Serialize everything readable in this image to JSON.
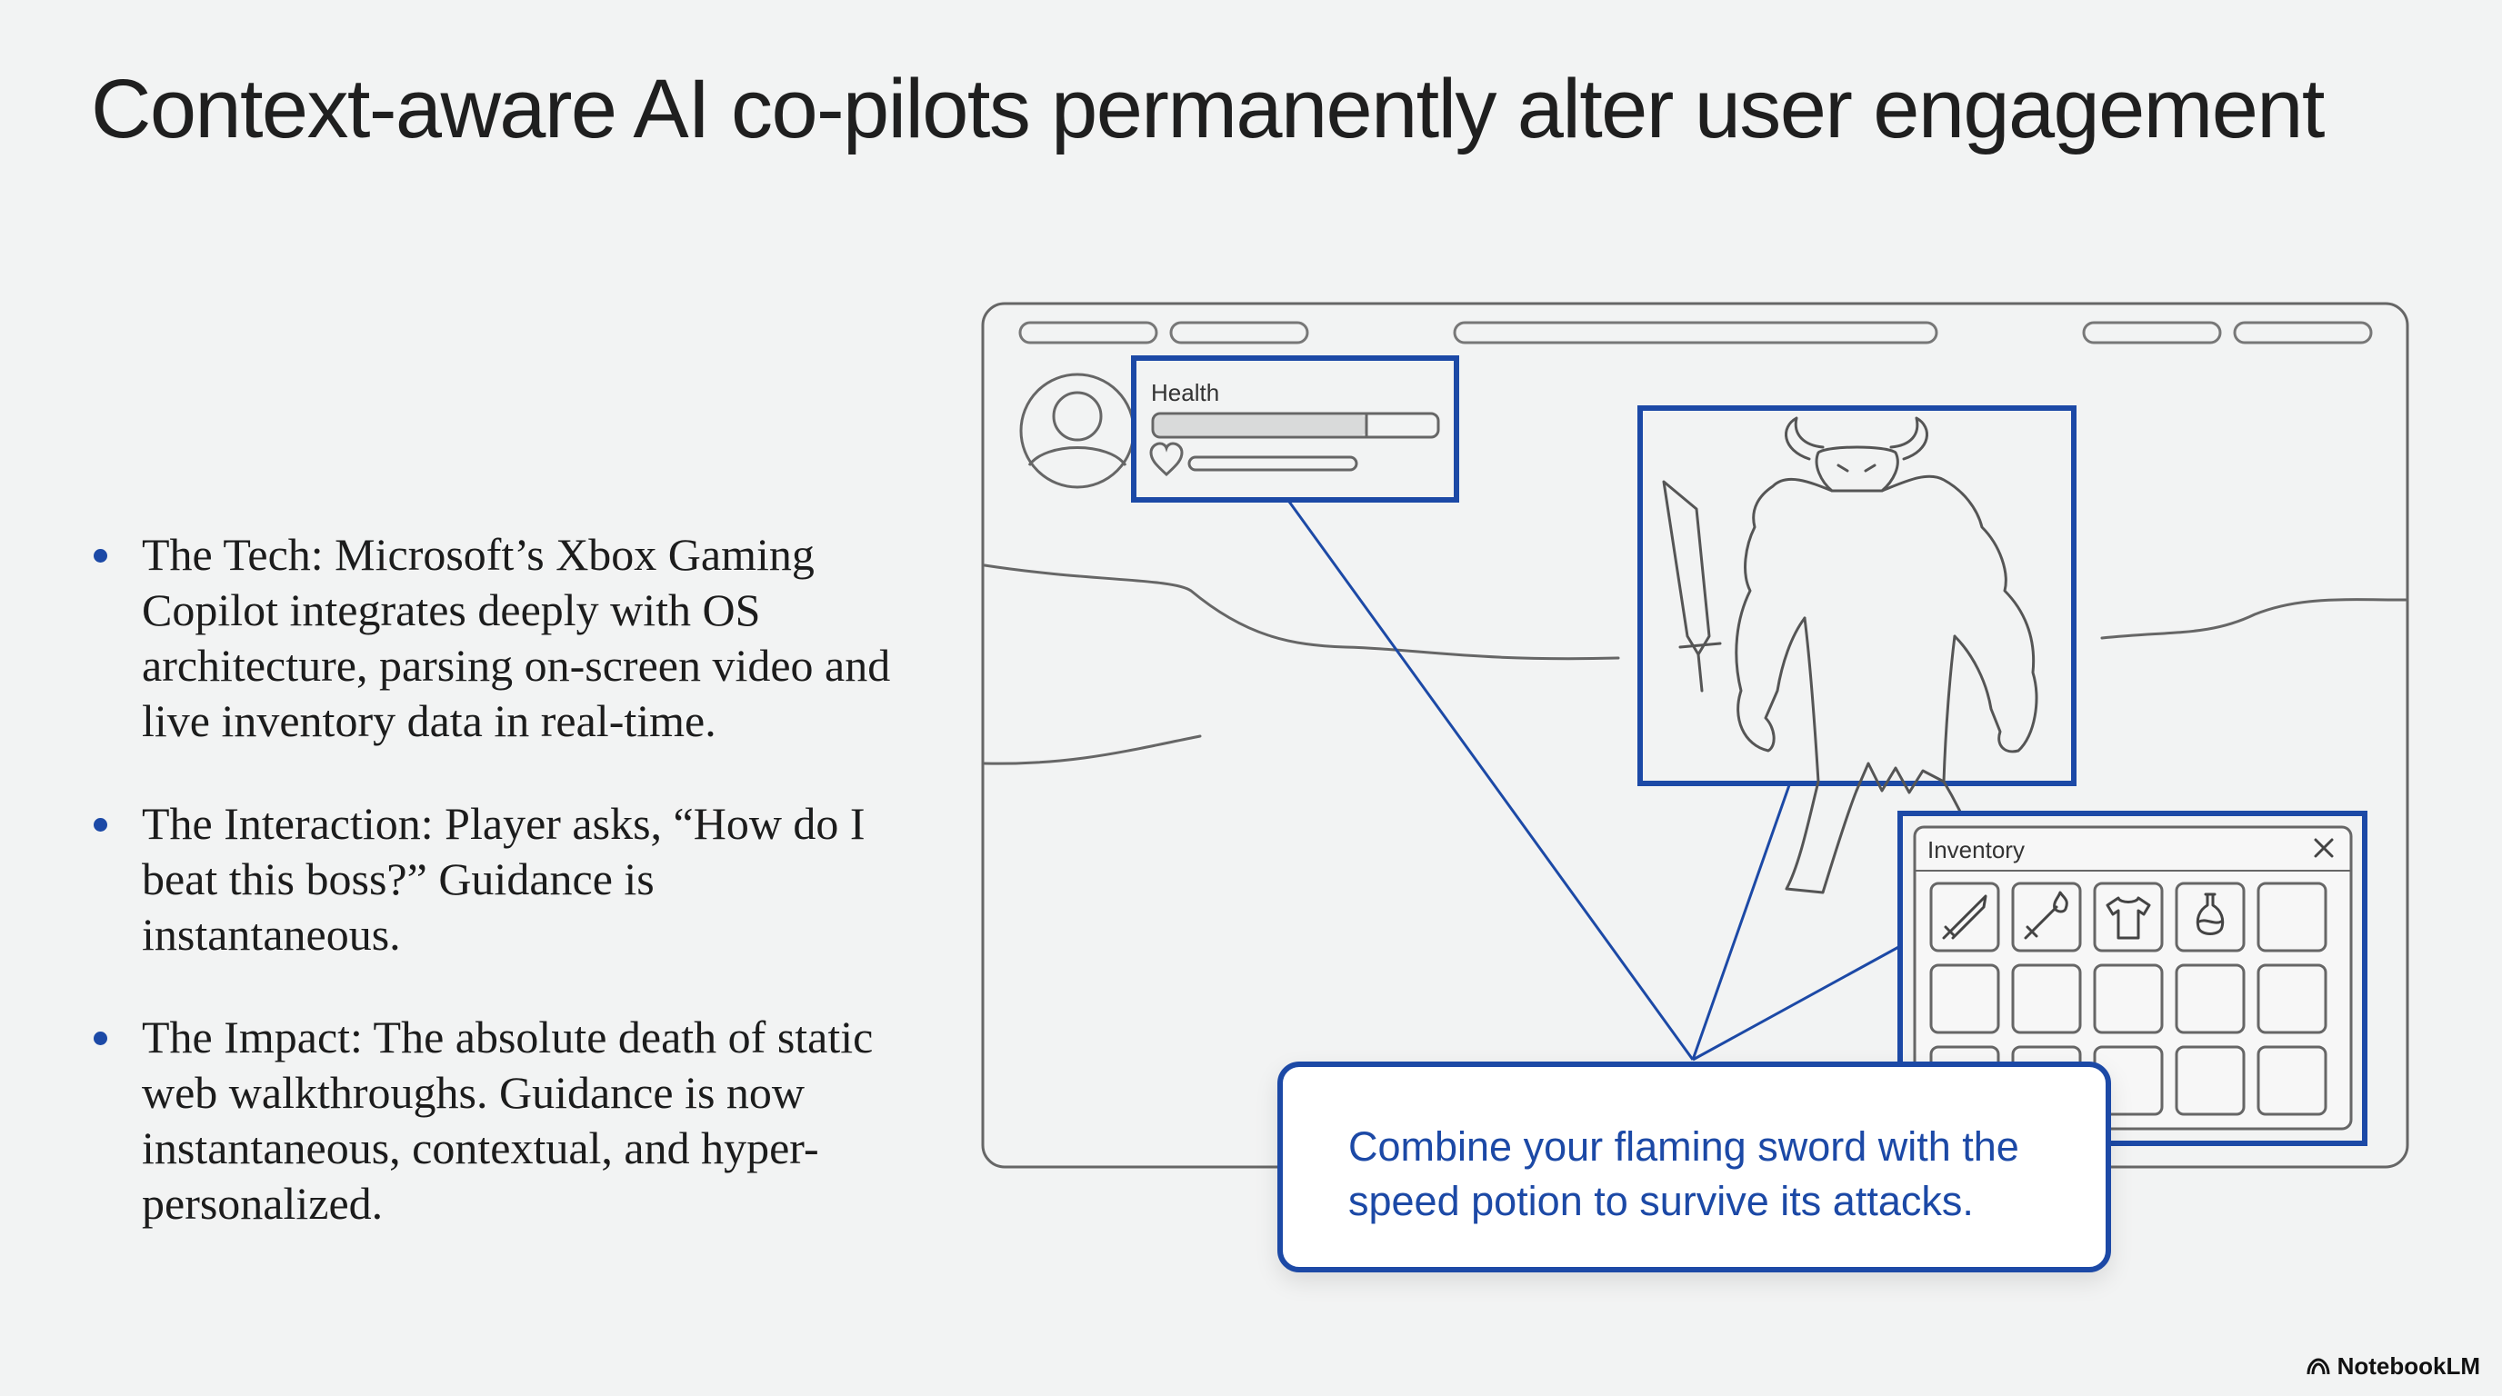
{
  "title": "Context-aware AI co-pilots permanently alter user engagement",
  "bullets": [
    {
      "text": "The Tech: Microsoft’s Xbox Gaming Copilot integrates deeply with OS architecture, parsing on-screen video and live inventory data in real-time."
    },
    {
      "text": "The Interaction: Player asks, “How do I beat this boss?” Guidance is instantaneous."
    },
    {
      "text": "The Impact: The absolute death of static web walkthroughs. Guidance is now instantaneous, contextual, and hyper-personalized."
    }
  ],
  "game_ui": {
    "health_label": "Health",
    "health_level": 0.75,
    "inventory_title": "Inventory",
    "inventory_items": [
      "sword-icon",
      "flaming-sword-icon",
      "shirt-icon",
      "potion-icon"
    ]
  },
  "callout": {
    "text": "Combine your flaming sword with the speed potion to survive its attacks."
  },
  "brand": {
    "name": "NotebookLM"
  },
  "colors": {
    "accent": "#1c49a6",
    "sketch": "#555555",
    "background": "#f2f3f3"
  }
}
